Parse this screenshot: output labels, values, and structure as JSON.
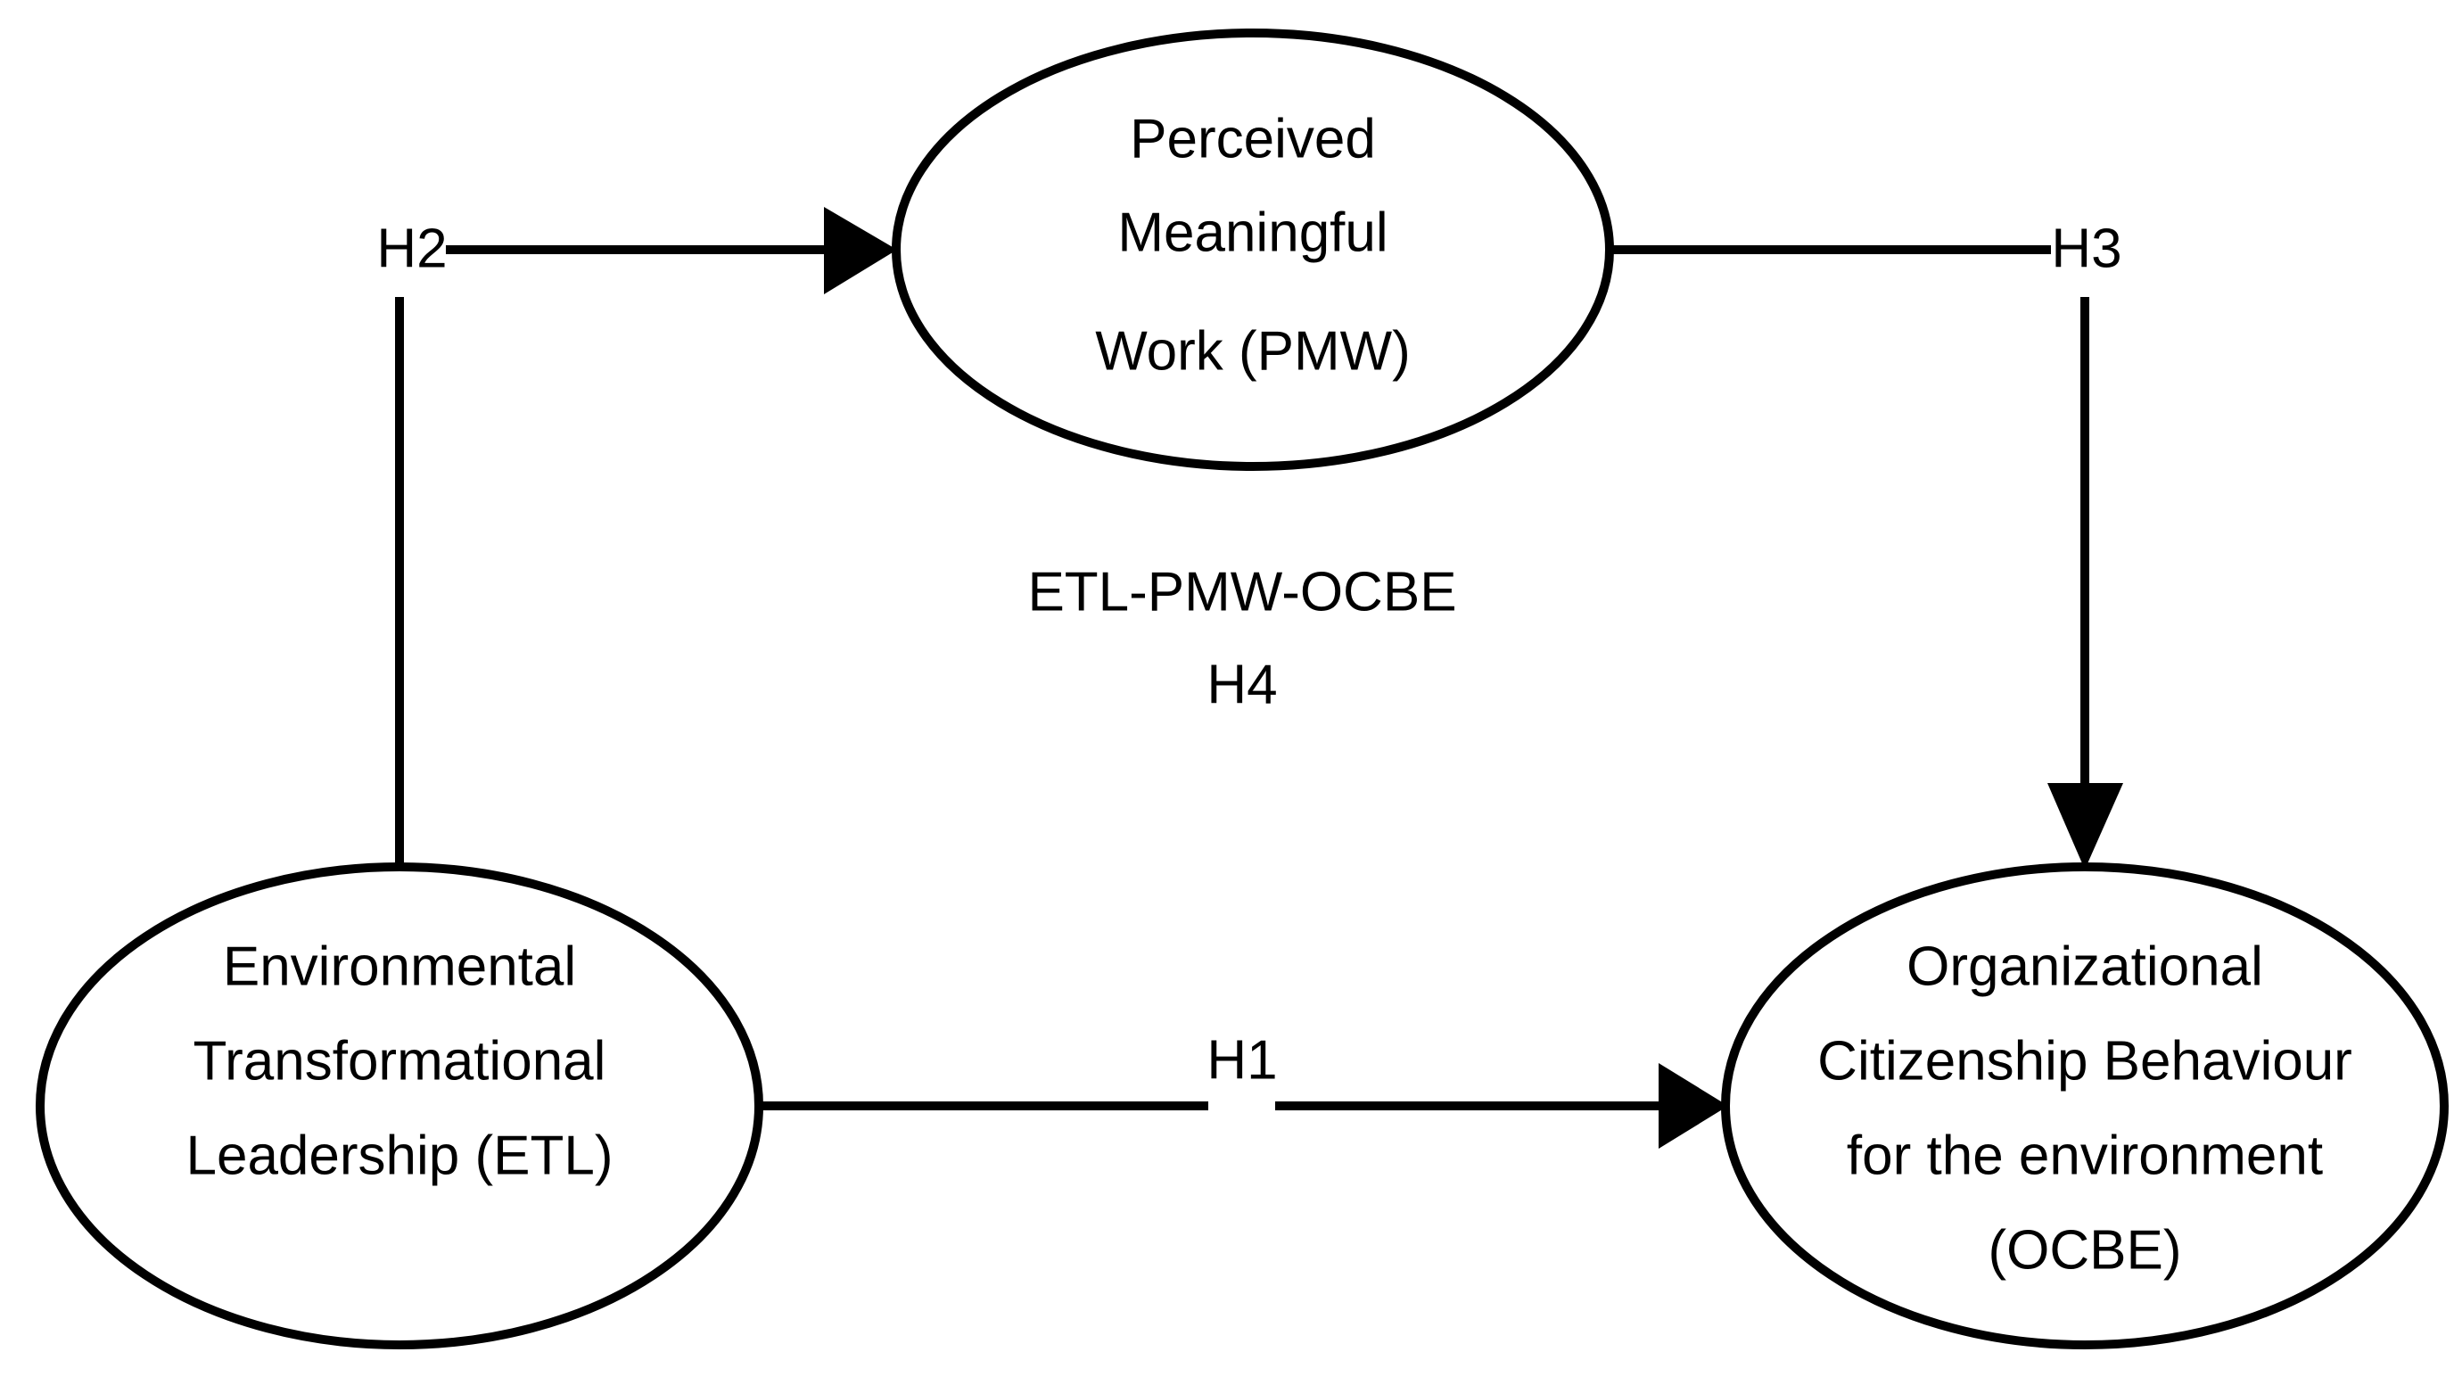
{
  "nodes": {
    "pmw": {
      "lines": [
        "Perceived",
        "Meaningful",
        "Work (PMW)"
      ]
    },
    "etl": {
      "lines": [
        "Environmental",
        "Transformational",
        "Leadership  (ETL)"
      ]
    },
    "ocbe": {
      "lines": [
        "Organizational",
        "Citizenship Behaviour",
        "for the environment",
        "(OCBE)"
      ]
    }
  },
  "hypotheses": {
    "h1": "H1",
    "h2": "H2",
    "h3": "H3",
    "h4_path": "ETL-PMW-OCBE",
    "h4": "H4"
  },
  "colors": {
    "stroke": "#000000",
    "background": "#ffffff"
  }
}
